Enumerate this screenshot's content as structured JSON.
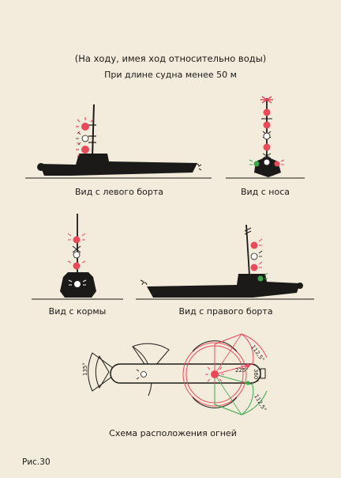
{
  "header": {
    "line1": "(На ходу, имея ход относительно воды)",
    "line2": "При длине судна менее 50 м"
  },
  "captions": {
    "port": "Вид с левого борта",
    "bow": "Вид с носа",
    "stern": "Вид с кормы",
    "starboard": "Вид с правого борта",
    "scheme": "Схема расположения огней"
  },
  "scheme_angles": {
    "a1": "135°",
    "a2": "112,5°",
    "a3": "225°",
    "a4": "360°",
    "a5": "112,5°"
  },
  "figure_label": "Рис.30",
  "colors": {
    "background": "#f3ecdc",
    "ink": "#1c1a18",
    "red_light": "#e84a5a",
    "green_light": "#3aa84a",
    "white_light": "#ffffff"
  }
}
